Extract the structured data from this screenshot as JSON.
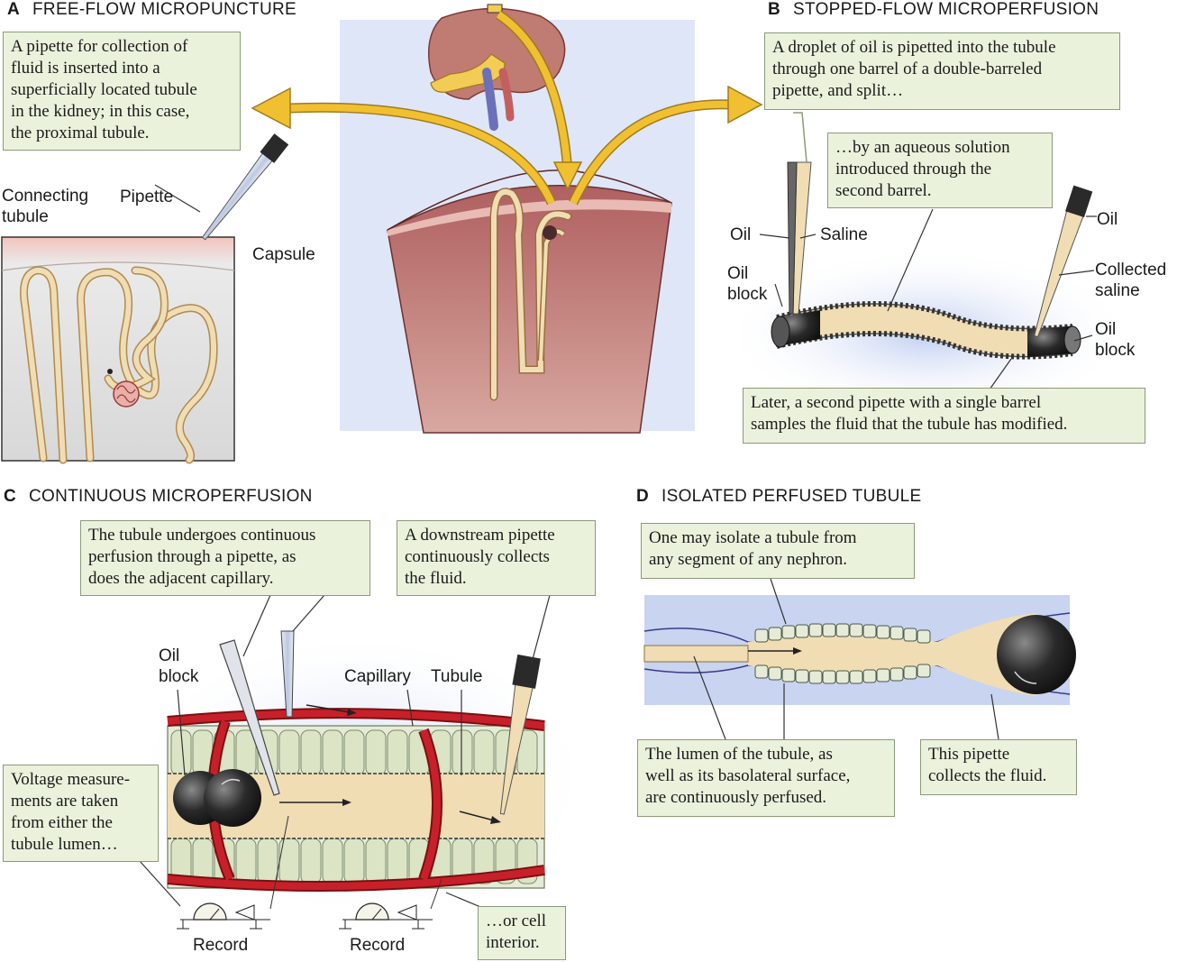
{
  "sections": {
    "a": {
      "letter": "A",
      "title": "FREE-FLOW MICROPUNCTURE"
    },
    "b": {
      "letter": "B",
      "title": "STOPPED-FLOW MICROPERFUSION"
    },
    "c": {
      "letter": "C",
      "title": "CONTINUOUS MICROPERFUSION"
    },
    "d": {
      "letter": "D",
      "title": "ISOLATED PERFUSED TUBULE"
    }
  },
  "callouts": {
    "a_pipette": [
      "A pipette for collection of",
      "fluid is inserted into a",
      "superficially located tubule",
      "in the kidney; in this case,",
      "the proximal tubule."
    ],
    "b_oil": [
      "A droplet of oil is pipetted into the tubule",
      "through one barrel of a double-barreled",
      "pipette, and split…"
    ],
    "b_aqueous": [
      "…by an aqueous solution",
      "introduced through the",
      "second barrel."
    ],
    "b_later": [
      "Later, a second pipette with a single barrel",
      "samples the fluid that the tubule has modified."
    ],
    "c_continuous": [
      "The tubule undergoes continuous",
      "perfusion through a pipette, as",
      "does the adjacent capillary."
    ],
    "c_downstream": [
      "A downstream pipette",
      "continuously collects",
      "the fluid."
    ],
    "c_voltage": [
      "Voltage measure-",
      "ments are taken",
      "from either the",
      "tubule lumen…"
    ],
    "c_cell": [
      "…or cell",
      "interior."
    ],
    "d_isolate": [
      "One may isolate a tubule from",
      "any segment of any nephron."
    ],
    "d_lumen": [
      "The lumen of the tubule, as",
      "well as its basolateral surface,",
      "are continuously perfused."
    ],
    "d_pipette": [
      "This pipette",
      "collects the fluid."
    ]
  },
  "labels": {
    "connecting_tubule": [
      "Connecting",
      "tubule"
    ],
    "pipette": "Pipette",
    "capsule": "Capsule",
    "oil_b": "Oil",
    "saline": "Saline",
    "oil_block_b_left": [
      "Oil",
      "block"
    ],
    "oil_b_right": "Oil",
    "collected_saline": [
      "Collected",
      "saline"
    ],
    "oil_block_b_right": [
      "Oil",
      "block"
    ],
    "oil_block_c": [
      "Oil",
      "block"
    ],
    "capillary": "Capillary",
    "tubule": "Tubule",
    "record_1": "Record",
    "record_2": "Record"
  },
  "colors": {
    "callout_fill": "#eaf2dc",
    "tubule_fill": "#f0ddb4",
    "tubule_edge": "#b08a50",
    "capillary_red": "#c8202a",
    "kidney_pink": "#c08078",
    "arrow_gold": "#f0c030",
    "oil_dark": "#2a2a2a",
    "blue_glow": "#c8d4f0"
  }
}
